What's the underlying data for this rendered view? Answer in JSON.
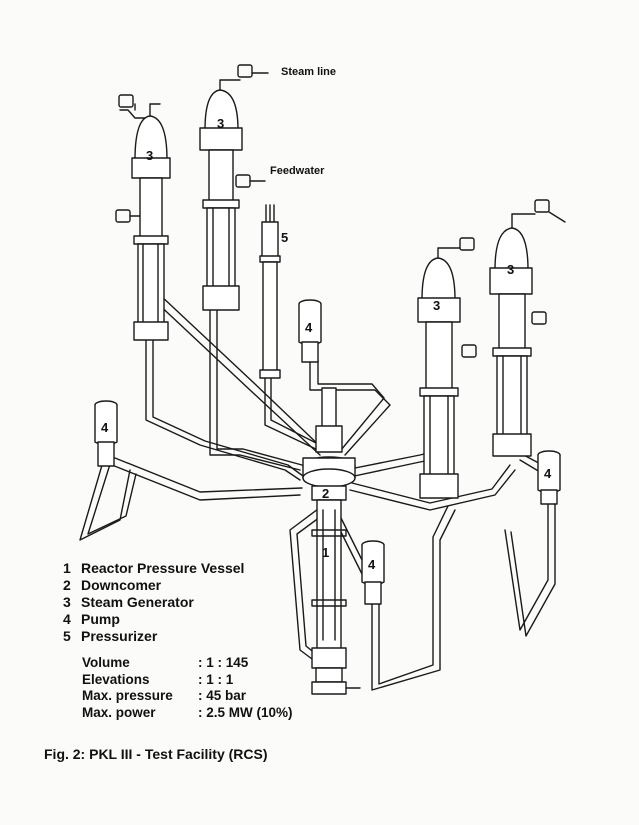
{
  "diagram": {
    "tags": {
      "steam_line": "Steam line",
      "feedwater": "Feedwater"
    },
    "component_numbers": {
      "sg_left": "3",
      "sg_center": "3",
      "sg_right_a": "3",
      "sg_right_b": "3",
      "pressurizer": "5",
      "pump_center": "4",
      "pump_left": "4",
      "pump_right": "4",
      "pump_bottom": "4",
      "downcomer": "2",
      "rpv": "1"
    }
  },
  "legend": [
    {
      "num": "1",
      "label": "Reactor Pressure Vessel"
    },
    {
      "num": "2",
      "label": "Downcomer"
    },
    {
      "num": "3",
      "label": "Steam Generator"
    },
    {
      "num": "4",
      "label": "Pump"
    },
    {
      "num": "5",
      "label": "Pressurizer"
    }
  ],
  "specs": [
    {
      "key": "Volume",
      "value": ": 1 : 145"
    },
    {
      "key": "Elevations",
      "value": ": 1 : 1"
    },
    {
      "key": "Max. pressure",
      "value": ": 45 bar"
    },
    {
      "key": "Max. power",
      "value": ": 2.5 MW (10%)"
    }
  ],
  "caption": "Fig. 2: PKL III - Test Facility (RCS)"
}
